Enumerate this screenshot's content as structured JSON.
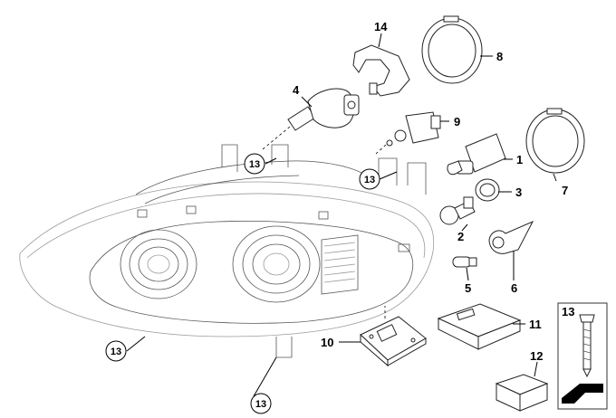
{
  "callouts": {
    "c1": "1",
    "c2": "2",
    "c3": "3",
    "c4": "4",
    "c5": "5",
    "c6": "6",
    "c7": "7",
    "c8": "8",
    "c9": "9",
    "c10": "10",
    "c11": "11",
    "c12": "12",
    "c13": "13",
    "c14": "14"
  },
  "circled": {
    "label": "13"
  }
}
